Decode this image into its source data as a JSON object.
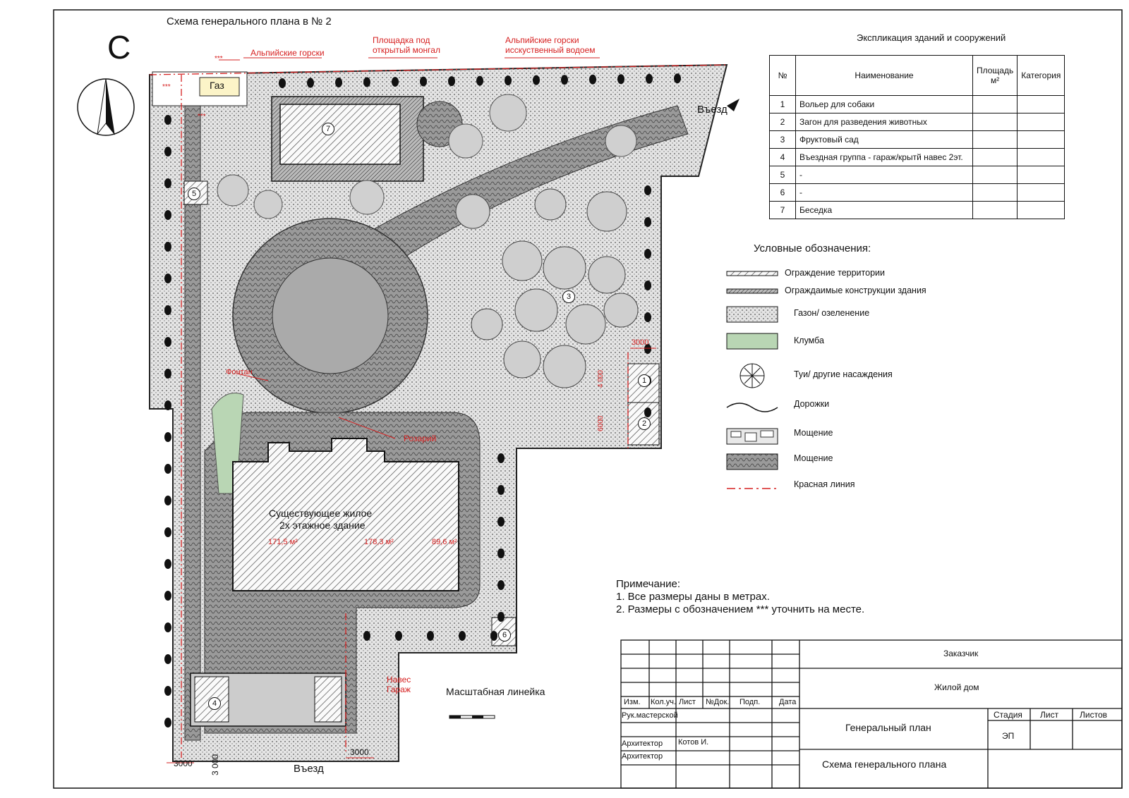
{
  "header": {
    "north_letter": "С",
    "title": "Схема генерального плана в № 2"
  },
  "site_labels": {
    "gas": "Газ",
    "alpine_hills_1": "Альпийские горски",
    "grill_area": "Площадка под\nоткрытый монгал",
    "alpine_hills_2": "Альпийские горски\nисскуственный водоем",
    "entry_top": "Въезд",
    "entry_bottom": "Въезд",
    "fountain": "Фонтан",
    "rosary": "Розарий",
    "canopy_garage": "Навес\nГараж",
    "building_title_1": "Существующее жилое",
    "building_title_2": "2х этажное здание",
    "area_1": "171,5 м²",
    "area_2": "178,3 м²",
    "area_3": "89,6 м²",
    "stars_1": "***",
    "stars_2": "***",
    "stars_3": "***",
    "dim_3000_left": "3000",
    "dim_3000_vert": "3 000",
    "dim_3000_right": "3000",
    "dim_3000_side": "3000",
    "dim_4000": "4 000",
    "dim_6000": "6000",
    "markers": [
      "1",
      "2",
      "3",
      "4",
      "5",
      "6",
      "7"
    ]
  },
  "explication": {
    "title": "Экспликация зданий и сооружений",
    "headers": [
      "№",
      "Наименование",
      "Площадь м²",
      "Категория"
    ],
    "rows": [
      {
        "n": "1",
        "name": "Вольер для собаки"
      },
      {
        "n": "2",
        "name": "Загон для разведения животных"
      },
      {
        "n": "3",
        "name": "Фруктовый сад"
      },
      {
        "n": "4",
        "name": "Въездная группа - гараж/крытй навес 2эт."
      },
      {
        "n": "5",
        "name": "-"
      },
      {
        "n": "6",
        "name": "-"
      },
      {
        "n": "7",
        "name": "Беседка"
      }
    ]
  },
  "legend": {
    "title": "Условные обозначения:",
    "items": [
      {
        "label": "Ограждение территории",
        "icon": "hatched-line-icon"
      },
      {
        "label": "Ограждаимые конструкции здания",
        "icon": "dark-hatched-line-icon"
      },
      {
        "label": "Газон/ озеленение",
        "icon": "lawn-icon"
      },
      {
        "label": "Клумба",
        "icon": "flowerbed-icon"
      },
      {
        "label": "Туи/ другие насаждения",
        "icon": "tree-icon"
      },
      {
        "label": "Дорожки",
        "icon": "path-wave-icon"
      },
      {
        "label": "Мощение",
        "icon": "stone-paving-icon"
      },
      {
        "label": "Мощение",
        "icon": "cobble-paving-icon"
      },
      {
        "label": "Красная линия",
        "icon": "red-dash-line-icon"
      }
    ]
  },
  "notes": {
    "title": "Примечание:",
    "line1": "1. Все размеры даны в метрах.",
    "line2": "2. Размеры с обозначением *** уточнить на месте."
  },
  "scale": {
    "label": "Масштабная линейка"
  },
  "title_block": {
    "customer_label": "Заказчик",
    "object": "Жилой дом",
    "cols": [
      "Изм.",
      "Кол.уч.",
      "Лист",
      "№Док.",
      "Подп.",
      "Дата"
    ],
    "rows": [
      "Рук.мастерской",
      "Архитектор",
      "Архитектор"
    ],
    "architect_name": "Котов И.",
    "sheet_name": "Генеральный план",
    "drawing_name": "Схема генерального плана",
    "stage_label": "Стадия",
    "sheet_label": "Лист",
    "sheets_label": "Листов",
    "stage_value": "ЭП"
  },
  "colors": {
    "paving": "#8a8a8a",
    "lawn": "#d6d6d6",
    "red_line": "#d62020",
    "flowerbed": "#b9d6b4"
  }
}
